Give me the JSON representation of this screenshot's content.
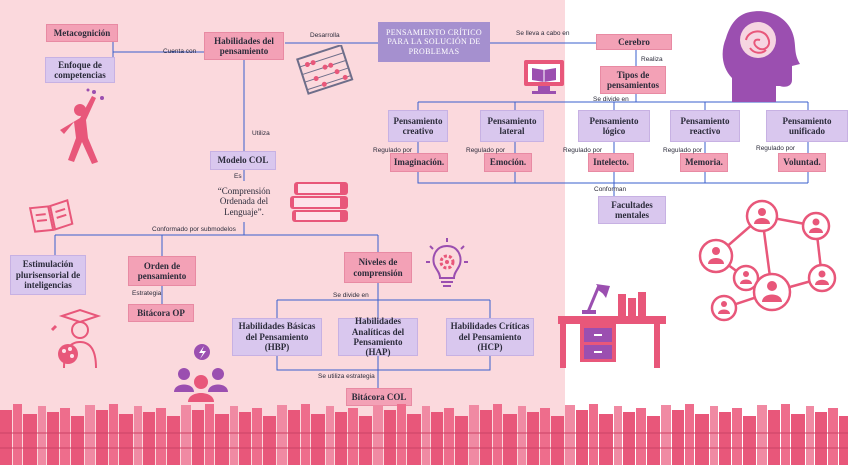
{
  "nodes": {
    "metacognicion": "Metacognición",
    "enfoque": "Enfoque de competencias",
    "hp": "Habilidades del pensamiento",
    "pc": "PENSAMIENTO CRÍTICO PARA LA SOLUCIÓN DE PROBLEMAS",
    "cerebro": "Cerebro",
    "tipos": "Tipos de pensamientos",
    "p_creativo": "Pensamiento creativo",
    "p_lateral": "Pensamiento lateral",
    "p_logico": "Pensamiento lógico",
    "p_reactivo": "Pensamiento reactivo",
    "p_unificado": "Pensamiento unificado",
    "imaginacion": "Imaginación.",
    "emocion": "Emoción.",
    "intelecto": "Intelecto.",
    "memoria": "Memoria.",
    "voluntad": "Voluntad.",
    "facultades": "Facultades mentales",
    "modelo": "Modelo COL",
    "comprension": "“Comprensión Ordenada del Lenguaje”.",
    "estimulacion": "Estimulación plurisensorial de inteligencias",
    "orden": "Orden de pensamiento",
    "bitacora_op": "Bitácora OP",
    "niveles": "Niveles de comprensión",
    "hbp": "Habilidades Básicas del Pensamiento (HBP)",
    "hap": "Habilidades Analíticas del Pensamiento (HAP)",
    "hcp": "Habilidades Críticas del Pensamiento (HCP)",
    "bitacora_col": "Bitácora COL"
  },
  "labels": {
    "cuenta_con": "Cuenta con",
    "desarrolla": "Desarrolla",
    "se_lleva": "Se lleva a cabo en",
    "realiza": "Realiza",
    "se_divide_en": "Se divide en",
    "regulado_por": "Regulado por",
    "conforman": "Conforman",
    "utiliza": "Utiliza",
    "es": "Es",
    "conformado": "Conformado por submodelos",
    "estrategia": "Estrategia",
    "se_divide_en_2": "Se divide en",
    "se_utiliza": "Se utiliza estrategia"
  },
  "colors": {
    "left_bg": "#fbd9dd",
    "pink_box": "#f3a1b6",
    "lavender_box": "#d9c7ee",
    "purple_box": "#a590cf",
    "line": "#3a5fcd",
    "icon_pink": "#e8577a",
    "icon_purple": "#9b4fb0"
  },
  "icons": [
    "thinking-head-icon",
    "abacus-icon",
    "laptop-book-icon",
    "jumping-person-icon",
    "books-stack-icon",
    "open-book-icon",
    "lightbulb-gear-icon",
    "student-artist-icon",
    "team-icon",
    "desk-lamp-icon",
    "network-people-icon",
    "bookshelf-icon"
  ]
}
